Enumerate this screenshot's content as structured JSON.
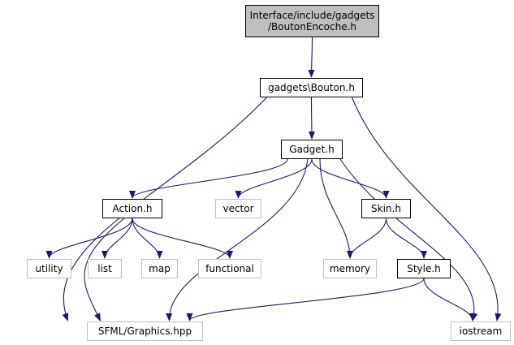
{
  "diagram": {
    "edge_color": "#191970",
    "nodes": {
      "root": {
        "line1": "Interface/include/gadgets",
        "line2": "/BoutonEncoche.h",
        "fill": "#bfbfbf"
      },
      "bouton": {
        "label": "gadgets\\Bouton.h"
      },
      "gadget": {
        "label": "Gadget.h"
      },
      "action": {
        "label": "Action.h"
      },
      "vector": {
        "label": "vector"
      },
      "skin": {
        "label": "Skin.h"
      },
      "utility": {
        "label": "utility"
      },
      "list": {
        "label": "list"
      },
      "map": {
        "label": "map"
      },
      "functional": {
        "label": "functional"
      },
      "memory": {
        "label": "memory"
      },
      "style": {
        "label": "Style.h"
      },
      "sfml": {
        "label": "SFML/Graphics.hpp"
      },
      "iostream": {
        "label": "iostream"
      }
    },
    "edges": [
      [
        "root",
        "bouton"
      ],
      [
        "bouton",
        "gadget"
      ],
      [
        "bouton",
        "sfml"
      ],
      [
        "bouton",
        "iostream"
      ],
      [
        "gadget",
        "action"
      ],
      [
        "gadget",
        "vector"
      ],
      [
        "gadget",
        "skin"
      ],
      [
        "gadget",
        "memory"
      ],
      [
        "gadget",
        "sfml"
      ],
      [
        "gadget",
        "iostream"
      ],
      [
        "action",
        "utility"
      ],
      [
        "action",
        "list"
      ],
      [
        "action",
        "map"
      ],
      [
        "action",
        "functional"
      ],
      [
        "action",
        "sfml"
      ],
      [
        "skin",
        "memory"
      ],
      [
        "skin",
        "style"
      ],
      [
        "style",
        "sfml"
      ],
      [
        "style",
        "iostream"
      ]
    ]
  }
}
